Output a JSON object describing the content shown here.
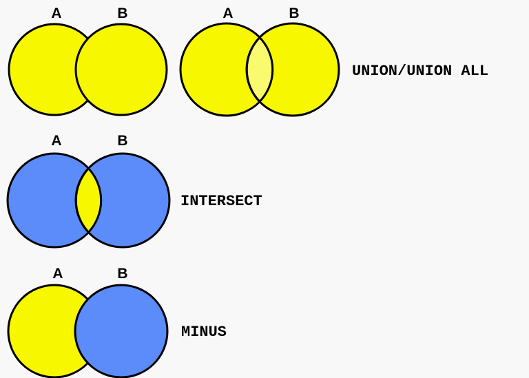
{
  "colors": {
    "background": "#f8f8f8",
    "included_yellow": "#f7f700",
    "lens_highlight": "#fafa6e",
    "excluded_blue": "#5b8cf9",
    "outline": "#000000"
  },
  "rows": [
    {
      "id": "union",
      "diagrams": [
        {
          "a_label": "A",
          "b_label": "B",
          "a_fill": "yellow",
          "b_fill": "yellow",
          "overlap_fill": "yellow"
        },
        {
          "a_label": "A",
          "b_label": "B",
          "a_fill": "yellow",
          "b_fill": "yellow",
          "overlap_fill": "highlight"
        }
      ],
      "label": "UNION/UNION ALL"
    },
    {
      "id": "intersect",
      "diagrams": [
        {
          "a_label": "A",
          "b_label": "B",
          "a_fill": "blue",
          "b_fill": "blue",
          "overlap_fill": "yellow"
        }
      ],
      "label": "INTERSECT"
    },
    {
      "id": "minus",
      "diagrams": [
        {
          "a_label": "A",
          "b_label": "B",
          "a_fill": "yellow",
          "b_fill": "blue",
          "overlap_fill": "blue"
        }
      ],
      "label": "MINUS"
    }
  ]
}
